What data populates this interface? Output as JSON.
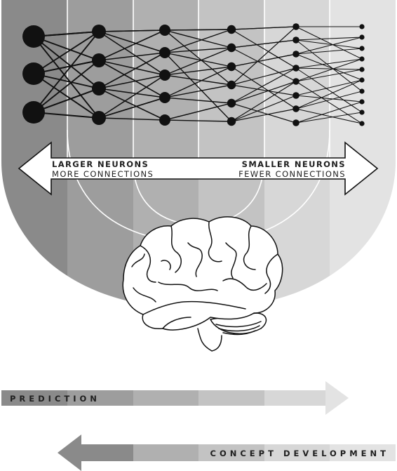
{
  "colors": {
    "band_1": "#8a8a8a",
    "band_2": "#9d9d9d",
    "band_3": "#b0b0b0",
    "band_4": "#c3c3c3",
    "band_5": "#d7d7d7",
    "band_6": "#e3e3e3",
    "outline": "#111111",
    "arrow_fill": "#ffffff"
  },
  "network": {
    "layer_sizes": [
      3,
      4,
      5,
      6,
      8,
      10
    ]
  },
  "main_arrow": {
    "left_title": "LARGER NEURONS",
    "left_subtitle": "MORE CONNECTIONS",
    "right_title": "SMALLER NEURONS",
    "right_subtitle": "FEWER CONNECTIONS"
  },
  "brain": {
    "icon": "brain-icon"
  },
  "prediction_bar": {
    "label": "PREDICTION",
    "direction": "right"
  },
  "concept_bar": {
    "label": "CONCEPT DEVELOPMENT",
    "direction": "left"
  }
}
